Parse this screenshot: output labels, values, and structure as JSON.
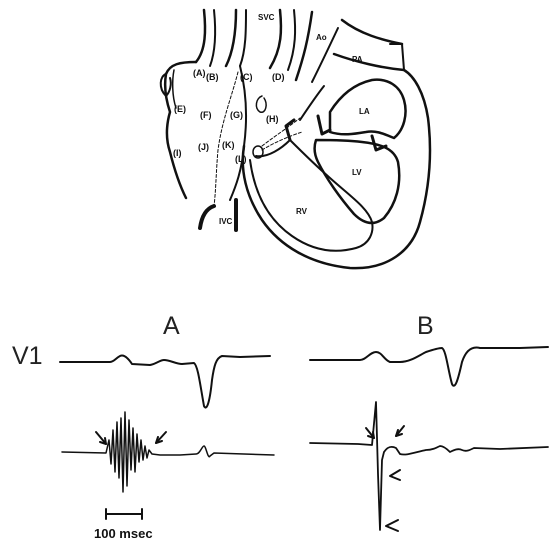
{
  "diagram": {
    "heart_labels": {
      "svc": "SVC",
      "ivc": "IVC",
      "ao": "Ao",
      "pa": "PA",
      "la": "LA",
      "lv": "LV",
      "rv": "RV"
    },
    "region_labels": [
      "(A)",
      "(B)",
      "(C)",
      "(D)",
      "(E)",
      "(F)",
      "(G)",
      "(H)",
      "(I)",
      "(J)",
      "(K)",
      "(L)"
    ]
  },
  "tracings": {
    "lead_label": "V1",
    "panel_a_title": "A",
    "panel_b_title": "B",
    "scale_bar_label": "100 msec"
  },
  "colors": {
    "ink": "#111111",
    "background": "#ffffff"
  }
}
